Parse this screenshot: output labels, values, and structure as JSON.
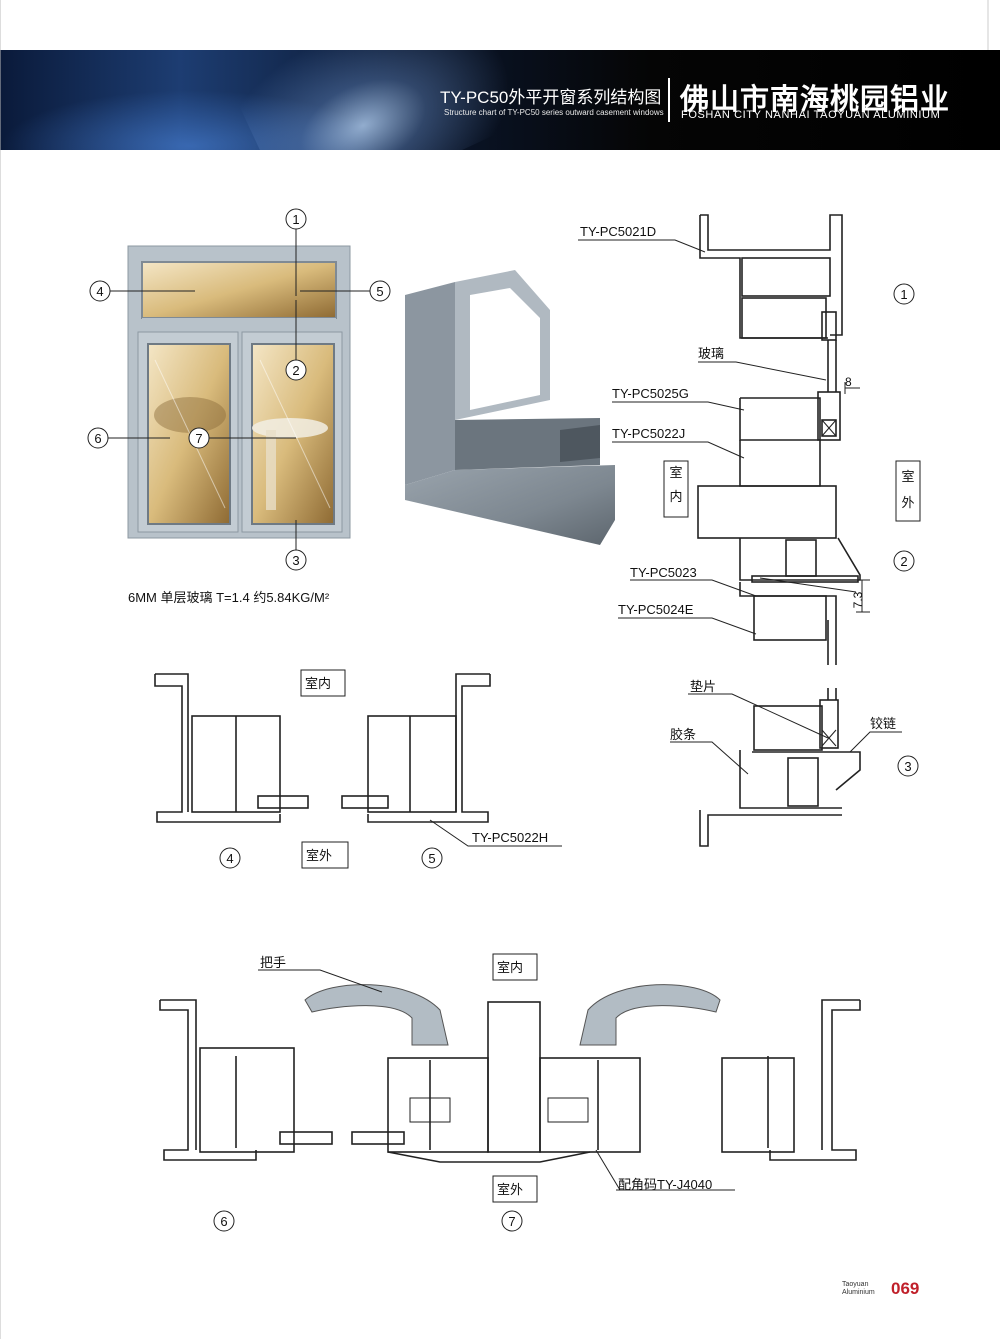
{
  "header": {
    "title_cn": "TY-PC50外平开窗系列结构图",
    "title_en": "Structure chart of TY-PC50 series outward casement windows",
    "company_cn": "佛山市南海桃园铝业",
    "company_en": "FOSHAN CITY NANHAI TAOYUAN ALUMINIUM"
  },
  "callouts": [
    "1",
    "2",
    "3",
    "4",
    "5",
    "6",
    "7"
  ],
  "window_spec": "6MM 单层玻璃  T=1.4  约5.84KG/M²",
  "labels": {
    "pc5021d": "TY-PC5021D",
    "glass": "玻璃",
    "dim_8": "8",
    "pc5025g": "TY-PC5025G",
    "pc5022j": "TY-PC5022J",
    "indoor_v": "室内",
    "outdoor_v": "室外",
    "pc5023": "TY-PC5023",
    "pc5024e": "TY-PC5024E",
    "dim_73": "7.3",
    "shim": "垫片",
    "rubber_strip": "胶条",
    "hinge": "铰链",
    "indoor": "室内",
    "outdoor": "室外",
    "pc5022h": "TY-PC5022H",
    "handle": "把手",
    "corner_code": "配角码TY-J4040"
  },
  "footer": {
    "brand_line1": "Taoyuan",
    "brand_line2": "Aluminium",
    "page_number": "069"
  },
  "colors": {
    "page_number": "#c0202a",
    "frame_gray": "#aab4bc",
    "profile_gray": "#7f8a94"
  }
}
